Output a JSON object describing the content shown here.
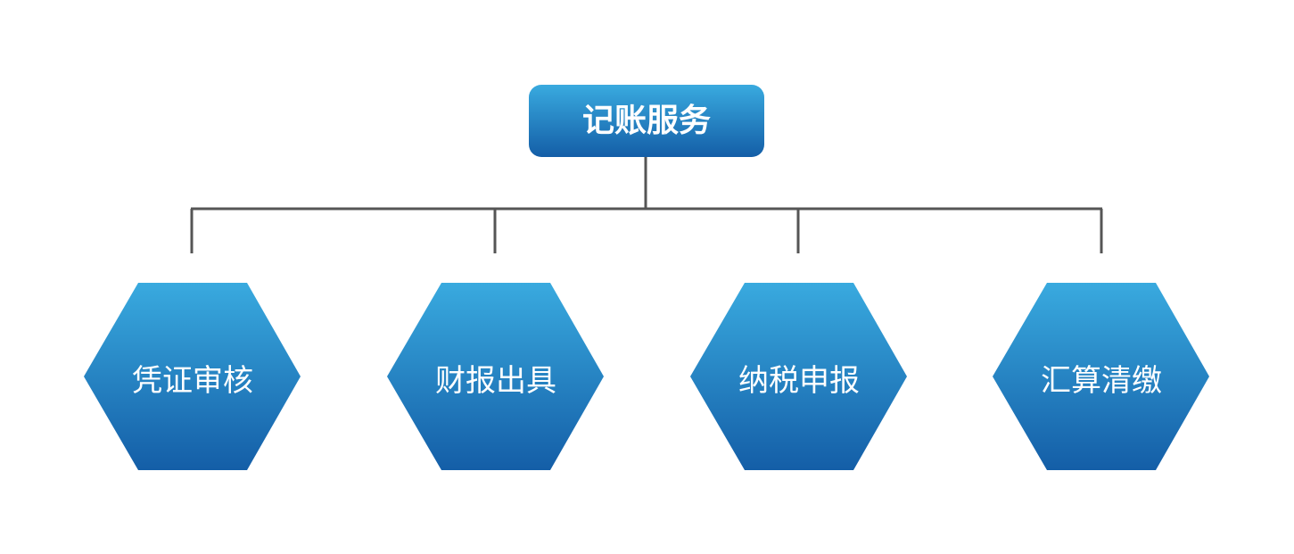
{
  "diagram": {
    "root": {
      "label": "记账服务"
    },
    "children": [
      {
        "label": "凭证审核",
        "icon": "hexagon-shape"
      },
      {
        "label": "财报出具",
        "icon": "hexagon-shape"
      },
      {
        "label": "纳税申报",
        "icon": "hexagon-shape"
      },
      {
        "label": "汇算清缴",
        "icon": "hexagon-shape"
      }
    ],
    "colors": {
      "gradient_top": "#39aadf",
      "gradient_bottom": "#145ea7",
      "connector": "#555555",
      "text": "#ffffff",
      "background": "#ffffff"
    }
  }
}
